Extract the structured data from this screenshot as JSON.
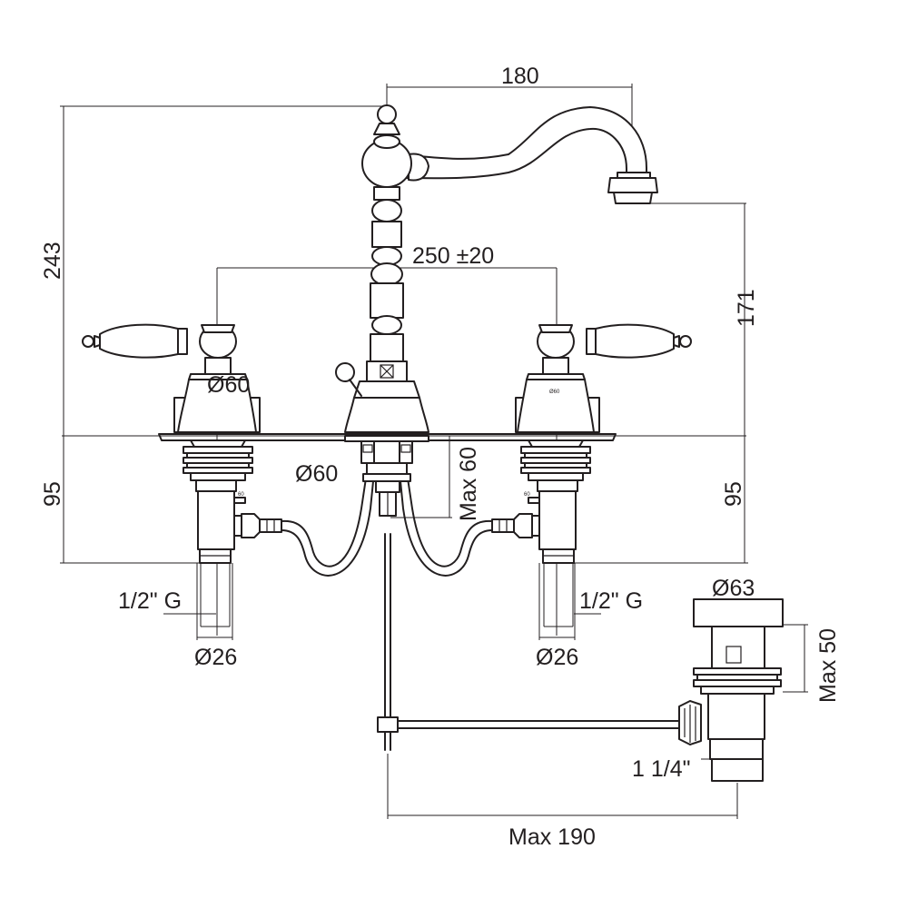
{
  "dimensions": {
    "spout_reach": "180",
    "total_height": "243",
    "handle_spacing": "250 ±20",
    "spout_height": "171",
    "left_handle_base_diameter": "Ø60",
    "center_hole_diameter": "Ø60",
    "under_deck_left": "95",
    "under_deck_right": "95",
    "deck_thickness": "Max 60",
    "left_thread": "1/2\" G",
    "right_thread": "1/2\" G",
    "left_pipe_diameter": "Ø26",
    "right_pipe_diameter": "Ø26",
    "waste_diameter": "Ø63",
    "waste_height": "Max 50",
    "waste_thread": "1 1/4\"",
    "rod_length": "Max 190"
  },
  "small_marks": {
    "handle_cap_mark": "Ø60",
    "left_valve_mark": "60",
    "right_valve_mark": "60"
  },
  "colors": {
    "line": "#231f20",
    "background": "#ffffff"
  }
}
